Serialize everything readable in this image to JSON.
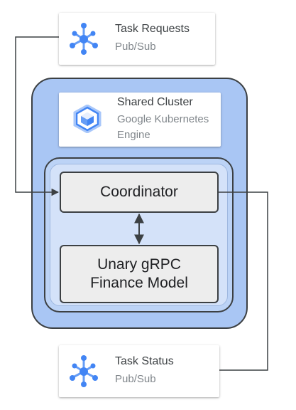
{
  "task_requests": {
    "title": "Task Requests",
    "subtitle": "Pub/Sub"
  },
  "shared_cluster": {
    "title": "Shared Cluster",
    "subtitle_line1": "Google Kubernetes",
    "subtitle_line2": "Engine"
  },
  "coordinator": {
    "label": "Coordinator"
  },
  "model": {
    "label_line1": "Unary gRPC",
    "label_line2": "Finance Model"
  },
  "task_status": {
    "title": "Task Status",
    "subtitle": "Pub/Sub"
  },
  "colors": {
    "pubsub_blue": "#4285f4",
    "gke_blue": "#4285f4",
    "outer_cluster_fill": "#a9c6f4",
    "inner_cluster_fill": "#bcd3f6",
    "node_fill": "#ededed",
    "line": "#3c4043"
  },
  "icons": {
    "task_requests": "pubsub-icon",
    "shared_cluster": "kubernetes-engine-icon",
    "task_status": "pubsub-icon"
  }
}
